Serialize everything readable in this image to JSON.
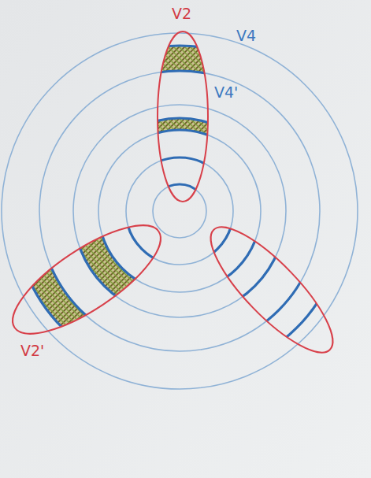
{
  "diagram": {
    "labels": [
      "V2",
      "V4",
      "V4'",
      "V2'"
    ]
  }
}
